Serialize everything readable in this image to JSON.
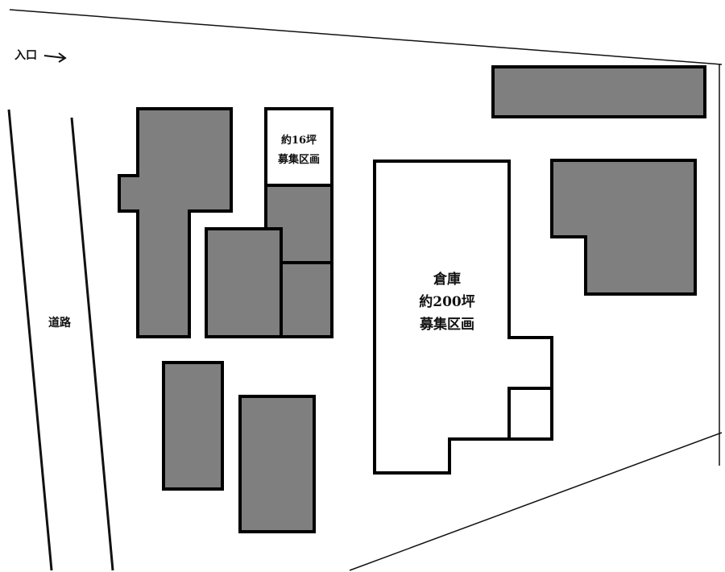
{
  "map": {
    "entrance_label": "入口",
    "road_label": "道路",
    "small_unit": {
      "area": "約16坪",
      "status": "募集区画"
    },
    "warehouse": {
      "name": "倉庫",
      "area": "約200坪",
      "status": "募集区画"
    },
    "colors": {
      "occupied_building": "#7f7f7f",
      "vacant_unit": "#ffffff",
      "outline": "#000000",
      "boundary_line": "#111111"
    }
  }
}
